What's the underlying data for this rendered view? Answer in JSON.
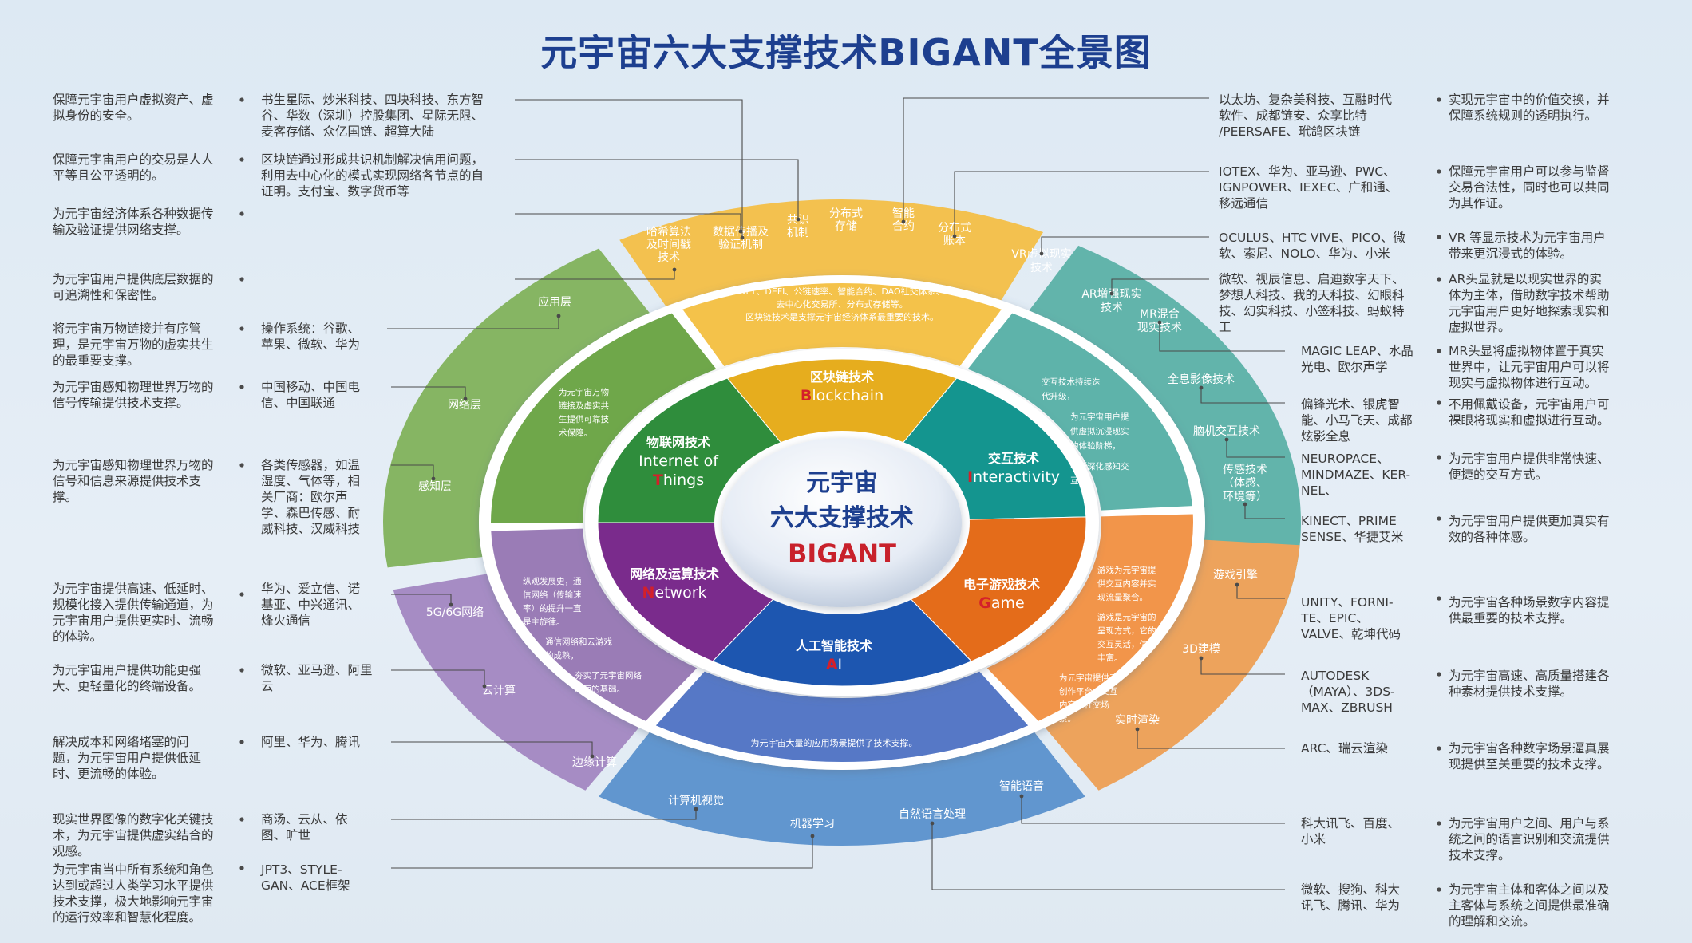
{
  "title": "元宇宙六大支撑技术BIGANT全景图",
  "center": {
    "line1": "元宇宙",
    "line2": "六大支撑技术",
    "line3": "BIGANT"
  },
  "sectors": [
    {
      "key": "blockchain",
      "cn": "区块链技术",
      "en_lead": "B",
      "en_rest": "lockchain",
      "color": "#e6ad1e",
      "mid": "#f4c24a",
      "outer": "#f3c14f"
    },
    {
      "key": "interactivity",
      "cn": "交互技术",
      "en_lead": "I",
      "en_rest": "nteractivity",
      "color": "#14958f",
      "mid": "#5eb3aa",
      "outer": "#62b4ab"
    },
    {
      "key": "game",
      "cn": "电子游戏技术",
      "en_lead": "G",
      "en_rest": "ame",
      "color": "#e46c1a",
      "mid": "#f2954a",
      "outer": "#eda35c"
    },
    {
      "key": "ai",
      "cn": "人工智能技术",
      "en_lead": "A",
      "en_rest": "I",
      "color": "#1d56b0",
      "mid": "#5678c6",
      "outer": "#6196cf"
    },
    {
      "key": "network",
      "cn": "网络及运算技术",
      "en_lead": "N",
      "en_rest": "etwork",
      "color": "#7a2b8c",
      "mid": "#9a7cb6",
      "outer": "#a68cc4"
    },
    {
      "key": "iot",
      "cn": "物联网技术",
      "en_lead": "T",
      "en_rest": "hings",
      "en_pre": "Internet of",
      "color": "#2f8d3c",
      "mid": "#6fa74a",
      "outer": "#86b563"
    }
  ],
  "mid_texts": {
    "blockchain": [
      "NFT、DEFI、公链速率、智能合约、DAO社交体系、",
      "去中心化交易所、分布式存储等。",
      "区块链技术是支撑元宇宙经济体系最重要的技术。"
    ],
    "interactivity": [
      "交互技术持续迭",
      "代升级，",
      "为元宇宙用户提",
      "供虚拟沉浸现实",
      "的体验阶梯，",
      "不断深化感知交",
      "互。"
    ],
    "game": [
      "游戏为元宇宙提",
      "供交互内容并实",
      "现流量聚合。",
      "游戏是元宇宙的",
      "呈现方式，它的",
      "交互灵活，信息",
      "丰富。",
      "为元宇宙提供了",
      "创作平台、交互",
      "内容和社交场",
      "景。"
    ],
    "ai": [
      "为元宇宙大量的应用场景提供了技术支撑。"
    ],
    "network": [
      "纵观发展史，通",
      "信网络（传输速",
      "率）的提升一直",
      "是主旋律。",
      "通信网络和云游戏",
      "的成熟，",
      "夯实了元宇宙网络",
      "层面的基础。"
    ],
    "iot": [
      "为元宇宙万物",
      "链接及虚实共",
      "生提供可靠技",
      "术保障。"
    ]
  },
  "outer_labels": {
    "blockchain": [
      "哈希算法",
      "及时间戳",
      "技术",
      "数据传播及",
      "验证机制",
      "共识",
      "机制",
      "分布式",
      "存储",
      "智能",
      "合约",
      "分布式",
      "账本"
    ],
    "interactivity": [
      "VR虚拟现实",
      "技术",
      "AR增强现实",
      "技术",
      "MR混合",
      "现实技术",
      "全息影像技术",
      "脑机交互技术",
      "传感技术",
      "（体感、",
      "环境等）"
    ],
    "game": [
      "游戏引擎",
      "3D建模",
      "实时渲染"
    ],
    "ai": [
      "智能语音",
      "自然语言处理",
      "机器学习",
      "计算机视觉"
    ],
    "network": [
      "5G/6G网络",
      "云计算",
      "边缘计算"
    ],
    "iot": [
      "应用层",
      "网络层",
      "感知层"
    ]
  },
  "left": [
    {
      "desc": [
        "保障元宇宙用户虚拟资产、虚",
        "拟身份的安全。"
      ],
      "co": [
        "书生星际、炒米科技、四块科技、东方智",
        "谷、华数（深圳）控股集团、星际无限、",
        "麦客存储、众亿国链、超算大陆"
      ]
    },
    {
      "desc": [
        "保障元宇宙用户的交易是人人",
        "平等且公平透明的。"
      ],
      "co": [
        "区块链通过形成共识机制解决信用问题，",
        "利用去中心化的模式实现网络各节点的自",
        "证明。支付宝、数字货币等"
      ]
    },
    {
      "desc": [
        "为元宇宙经济体系各种数据传",
        "输及验证提供网络支撑。"
      ],
      "co": []
    },
    {
      "desc": [
        "为元宇宙用户提供底层数据的",
        "可追溯性和保密性。"
      ],
      "co": []
    },
    {
      "desc": [
        "将元宇宙万物链接并有序管",
        "理，是元宇宙万物的虚实共生",
        "的最重要支撑。"
      ],
      "co": [
        "操作系统：谷歌、",
        "苹果、微软、华为"
      ]
    },
    {
      "desc": [
        "为元宇宙感知物理世界万物的",
        "信号传输提供技术支撑。"
      ],
      "co": [
        "中国移动、中国电",
        "信、中国联通"
      ]
    },
    {
      "desc": [
        "为元宇宙感知物理世界万物的",
        "信号和信息来源提供技术支",
        "撑。"
      ],
      "co": [
        "各类传感器，如温",
        "湿度、气体等，相",
        "关厂商：欧尔声",
        "学、森巴传感、耐",
        "威科技、汉威科技"
      ]
    },
    {
      "desc": [
        "为元宇宙提供高速、低延时、",
        "规模化接入提供传输通道，为",
        "元宇宙用户提供更实时、流畅",
        "的体验。"
      ],
      "co": [
        "华为、爱立信、诺",
        "基亚、中兴通讯、",
        "烽火通信"
      ]
    },
    {
      "desc": [
        "为元宇宙用户提供功能更强",
        "大、更轻量化的终端设备。"
      ],
      "co": [
        "微软、亚马逊、阿里",
        "云"
      ]
    },
    {
      "desc": [
        "解决成本和网络堵塞的问",
        "题，为元宇宙用户提供低延",
        "时、更流畅的体验。"
      ],
      "co": [
        "阿里、华为、腾讯"
      ]
    },
    {
      "desc": [
        "现实世界图像的数字化关键技",
        "术，为元宇宙提供虚实结合的",
        "观感。"
      ],
      "co": [
        "商汤、云从、依",
        "图、旷世"
      ]
    },
    {
      "desc": [
        "为元宇宙当中所有系统和角色",
        "达到或超过人类学习水平提供",
        "技术支撑，极大地影响元宇宙",
        "的运行效率和智慧化程度。"
      ],
      "co": [
        "JPT3、STYLE-",
        "GAN、ACE框架"
      ]
    }
  ],
  "right": [
    {
      "co": [
        "以太坊、复杂美科技、互融时代",
        "软件、成都链安、众享比特",
        "/PEERSAFE、玳鸽区块链"
      ],
      "desc": [
        "实现元宇宙中的价值交换，并",
        "保障系统规则的透明执行。"
      ]
    },
    {
      "co": [
        "IOTEX、华为、亚马逊、PWC、",
        "IGNPOWER、IEXEC、广和通、",
        "移远通信"
      ],
      "desc": [
        "保障元宇宙用户可以参与监督",
        "交易合法性，同时也可以共同",
        "为其作证。"
      ]
    },
    {
      "co": [
        "OCULUS、HTC VIVE、PICO、微",
        "软、索尼、NOLO、华为、小米"
      ],
      "desc": [
        "VR 等显示技术为元宇宙用户",
        "带来更沉浸式的体验。"
      ]
    },
    {
      "co": [
        "微软、视辰信息、启迪数字天下、",
        "梦想人科技、我的天科技、幻眼科",
        "技、幻实科技、小签科技、蚂蚁特",
        "工"
      ],
      "desc": [
        "AR头显就是以现实世界的实",
        "体为主体，借助数字技术帮助",
        "元宇宙用户更好地探索现实和",
        "虚拟世界。"
      ]
    },
    {
      "co": [
        "MAGIC LEAP、水晶",
        "光电、欧尔声学"
      ],
      "desc": [
        "MR头显将虚拟物体置于真实",
        "世界中，让元宇宙用户可以将",
        "现实与虚拟物体进行互动。"
      ]
    },
    {
      "co": [
        "偏锋光术、银虎智",
        "能、小马飞天、成都",
        "炫影全息"
      ],
      "desc": [
        "不用佩戴设备，元宇宙用户可",
        "裸眼将现实和虚拟进行互动。"
      ]
    },
    {
      "co": [
        "NEUROPACE、",
        "MINDMAZE、KER-",
        "NEL、"
      ],
      "desc": [
        "为元宇宙用户提供非常快速、",
        "便捷的交互方式。"
      ]
    },
    {
      "co": [
        "KINECT、PRIME",
        "SENSE、华捷艾米"
      ],
      "desc": [
        "为元宇宙用户提供更加真实有",
        "效的各种体感。"
      ]
    },
    {
      "co": [
        "UNITY、FORNI-",
        "TE、EPIC、",
        "VALVE、乾坤代码"
      ],
      "desc": [
        "为元宇宙各种场景数字内容提",
        "供最重要的技术支撑。"
      ]
    },
    {
      "co": [
        "AUTODESK",
        "（MAYA）、3DS-",
        "MAX、ZBRUSH"
      ],
      "desc": [
        "为元宇宙高速、高质量搭建各",
        "种素材提供技术支撑。"
      ]
    },
    {
      "co": [
        "ARC、瑞云渲染"
      ],
      "desc": [
        "为元宇宙各种数字场景逼真展",
        "现提供至关重要的技术支撑。"
      ]
    },
    {
      "co": [
        "科大讯飞、百度、",
        "小米"
      ],
      "desc": [
        "为元宇宙用户之间、用户与系",
        "统之间的语言识别和交流提供",
        "技术支撑。"
      ]
    },
    {
      "co": [
        "微软、搜狗、科大",
        "讯飞、腾讯、华为"
      ],
      "desc": [
        "为元宇宙主体和客体之间以及",
        "主客体与系统之间提供最准确",
        "的理解和交流。"
      ]
    }
  ]
}
